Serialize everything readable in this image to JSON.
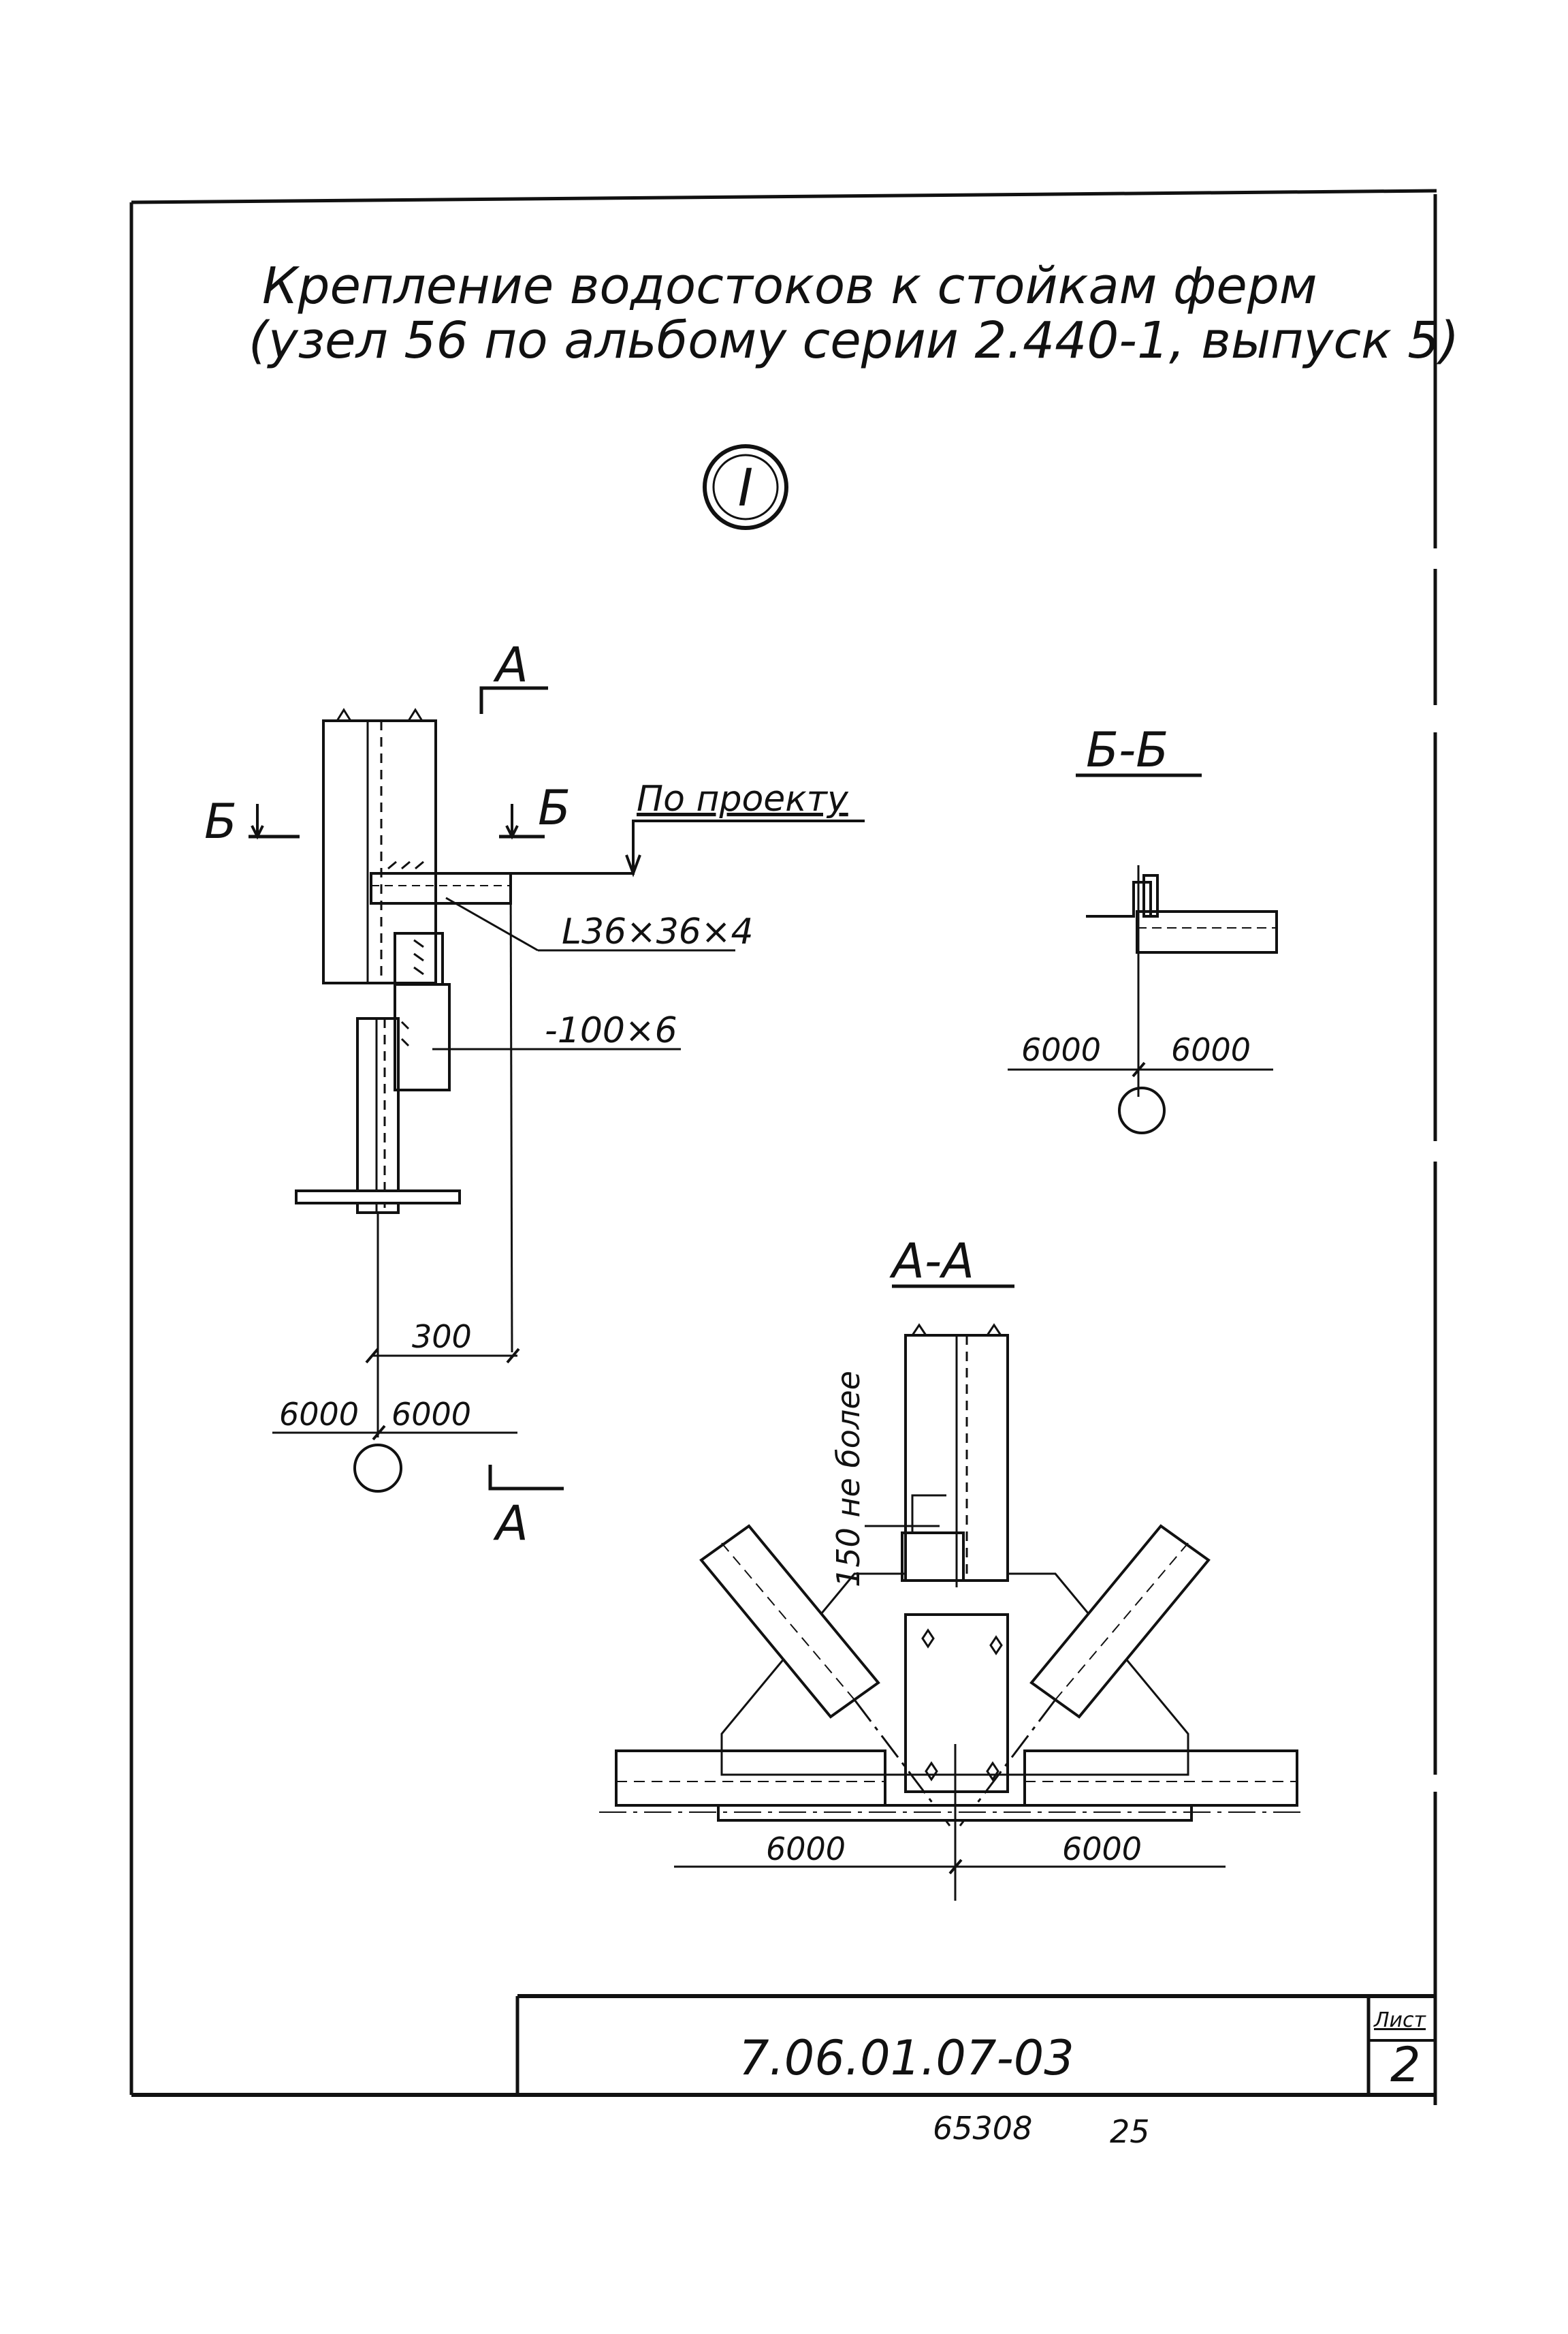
{
  "title": {
    "line1": "Крепление водостоков к стойкам ферм",
    "line2": "(узел 56 по альбому серии 2.440-1, выпуск 5)"
  },
  "node_marker": "I",
  "main_view": {
    "cut_top_label": "А",
    "cut_bottom_label": "А",
    "section_b_left": "Б",
    "section_b_right": "Б",
    "callout_project": "По проекту",
    "callout_angle": "L36×36×4",
    "callout_plate": "-100×6",
    "dim_300": "300",
    "dim_left": "6000",
    "dim_right": "6000"
  },
  "section_bb": {
    "title": "Б-Б",
    "dim_left": "6000",
    "dim_right": "6000"
  },
  "section_aa": {
    "title": "А-А",
    "vertical_note": "150 не более",
    "dim_left": "6000",
    "dim_right": "6000"
  },
  "title_block": {
    "sheet_header": "Лист",
    "sheet_number": "2",
    "doc_code": "7.06.01.07-03"
  },
  "footer": {
    "archive_number": "65308",
    "page_number": "25"
  }
}
